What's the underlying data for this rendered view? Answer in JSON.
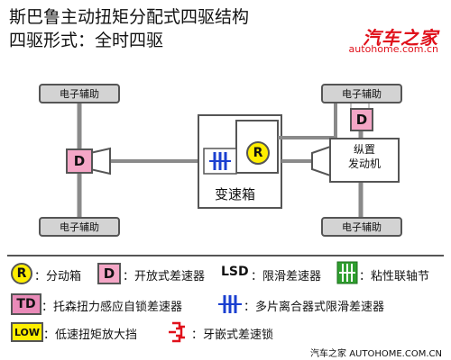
{
  "header": {
    "title_line1": "斯巴鲁主动扭矩分配式四驱结构",
    "title_line2": "四驱形式：全时四驱"
  },
  "logo": {
    "text": "汽车之家",
    "url_text": "autohome.com.cn"
  },
  "diagram": {
    "wheel_label": "电子辅助",
    "front_diff_letter": "D",
    "rear_diff_letter": "D",
    "center_diff_letter": "R",
    "gearbox_label": "变速箱",
    "engine_label_line1": "纵置",
    "engine_label_line2": "发动机"
  },
  "legend": {
    "r_symbol": "R",
    "r_label": "：分动箱",
    "d_symbol": "D",
    "d_label": "：开放式差速器",
    "lsd_symbol": "LSD",
    "lsd_label": "：限滑差速器",
    "viscous_label": "：粘性联轴节",
    "td_symbol": "TD",
    "td_label": "：托森扭力感应自锁差速器",
    "multiplate_label": "：多片离合器式限滑差速器",
    "low_symbol": "LOW",
    "low_label": "：低速扭矩放大挡",
    "dog_label": "：牙嵌式差速锁"
  },
  "footer": {
    "text": "汽车之家 AUTOHOME.COM.CN"
  },
  "colors": {
    "diff_pink": "#f4a6c6",
    "transfer_yellow": "#ffee00",
    "viscous_green": "#2e9e2e",
    "multiplate_blue": "#1a3fd0",
    "dog_red": "#e0111b",
    "brand_red": "#e0111b"
  }
}
